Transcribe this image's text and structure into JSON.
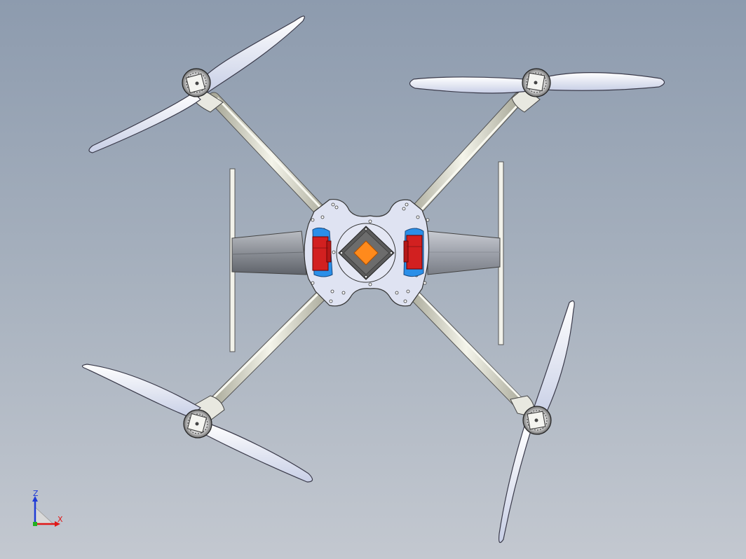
{
  "triad": {
    "z_label": "Z",
    "x_label": "X",
    "z_color": "#1f3bd6",
    "x_color": "#e01818"
  },
  "colors": {
    "viewport_top": "#8d9bae",
    "viewport_bottom": "#c3c8d0",
    "arm": "#d8d8c8",
    "blade": "#e6eaf6",
    "plate": "#dfe3f2",
    "esc": "#d22020",
    "esc_bay": "#2a8fe8",
    "center_block": "#ff8a1c",
    "wing": "#8c9096"
  },
  "model": {
    "type": "quadcopter-assembly",
    "view": "top",
    "rotor_count": 4,
    "icons": [
      "quadcopter-model",
      "coordinate-triad-icon"
    ]
  }
}
